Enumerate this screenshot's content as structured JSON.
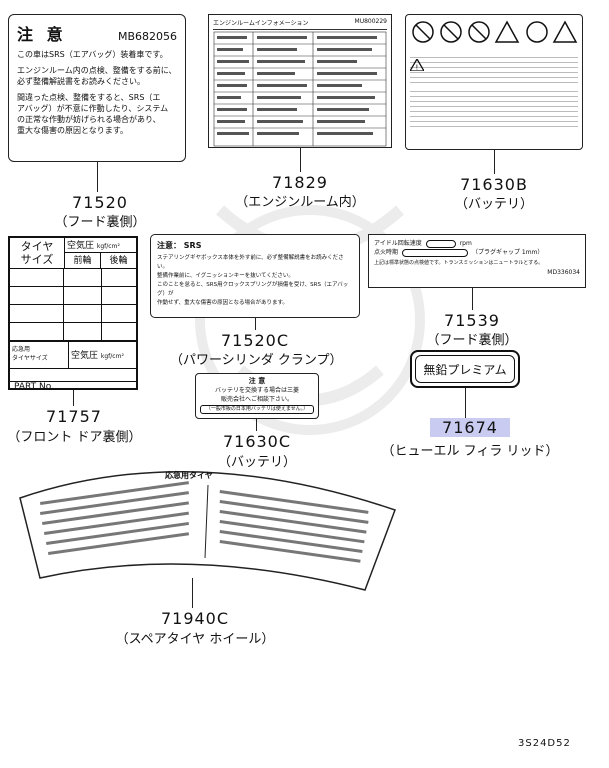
{
  "labels": {
    "l71520": {
      "title": "注 意",
      "code": "MB682056",
      "line1": "この車はSRS（エアバッグ）装着車です。",
      "line2": "エンジンルーム内の点検、整備をする前に、",
      "line3": "必ず整備解説書をお読みください。",
      "line4": "間違った点検、整備をすると、SRS（エ",
      "line5": "アバッグ）が不意に作動したり、システム",
      "line6": "の正常な作動が妨げられる場合があり、",
      "line7": "重大な傷害の原因となります。"
    },
    "l71829": {
      "header": "エンジンルームインフォメーション",
      "code": "MU800229"
    },
    "l71757": {
      "tire": "タイヤ",
      "size": "サイズ",
      "pressure": "空気圧",
      "unit": "kgf/cm²",
      "front": "前輪",
      "rear": "後輪",
      "tow_line1": "応急用",
      "tow_line2": "タイヤサイズ",
      "pressure2": "空気圧",
      "unit2": "kgf/cm²",
      "part": "PART No."
    },
    "l71520c": {
      "title": "注意： SRS",
      "line1": "ステアリングギヤボックス本体を外す前に、必ず整備解説書をお読みください。",
      "line2": "整備作業前に、イグニッションキーを抜いてください。",
      "line3": "このことを怠ると、SRS用クロックスプリングが損傷を受け、SRS（エアバッグ）が",
      "line4": "作動せず、重大な傷害の原因となる場合があります。"
    },
    "l71539": {
      "idle": "アイドル回転速度",
      "rpm": "rpm",
      "timing": "点火時期",
      "plug": "（プラグギャップ 1mm）",
      "note": "上記は標準状態の点検値です。トランスミッションはニュートラルとする。",
      "code": "MD336034"
    },
    "l71630c": {
      "title": "注 意",
      "line1": "バッテリを交換する場合は三菱",
      "line2": "販売会社へご相談下さい。",
      "line3": "（一般市販の日本用バッテリは使えません。）"
    },
    "l71674": {
      "text": "無鉛プレミアム"
    },
    "l71940c": {
      "title": "応急用タイヤ"
    }
  },
  "callouts": [
    {
      "id": "c1",
      "no": "71520",
      "name": "（フード裏側）"
    },
    {
      "id": "c2",
      "no": "71829",
      "name": "（エンジンルーム内）"
    },
    {
      "id": "c3",
      "no": "71630B",
      "name": "（バッテリ）"
    },
    {
      "id": "c4",
      "no": "71520C",
      "name": "（パワーシリンダ クランプ）"
    },
    {
      "id": "c5",
      "no": "71539",
      "name": "（フード裏側）"
    },
    {
      "id": "c6",
      "no": "71757",
      "name": "（フロント ドア裏側）"
    },
    {
      "id": "c7",
      "no": "71630C",
      "name": "（バッテリ）"
    },
    {
      "id": "c8",
      "no": "71674",
      "name": "（ヒューエル フィラ リッド）"
    },
    {
      "id": "c9",
      "no": "71940C",
      "name": "（スペアタイヤ ホイール）"
    }
  ],
  "diagram_code": "3S24D52",
  "colors": {
    "highlight": "#c9ccf0",
    "line": "#222222"
  }
}
